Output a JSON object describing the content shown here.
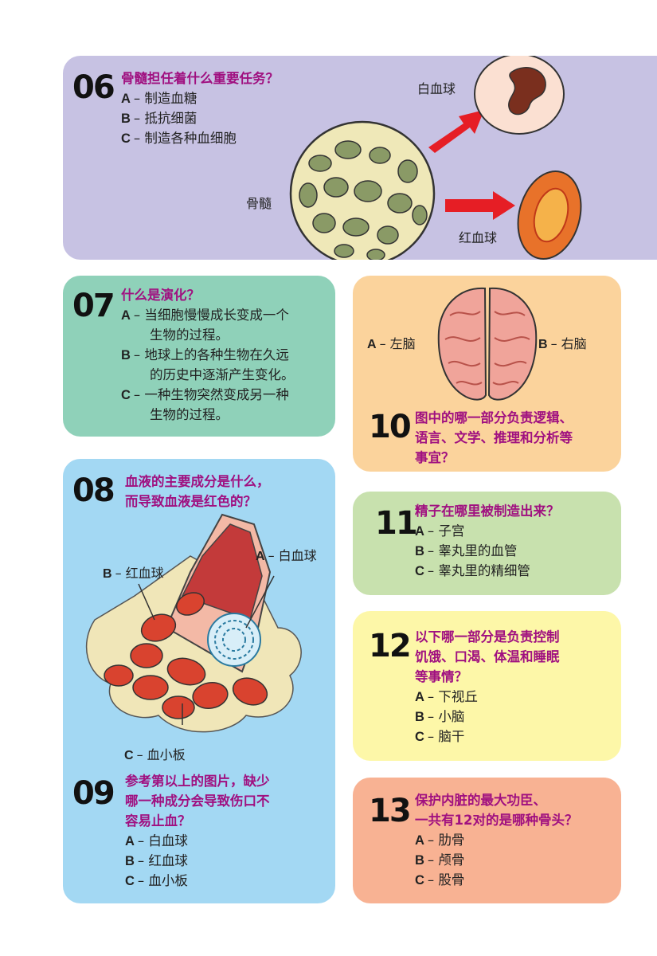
{
  "q06": {
    "number": "06",
    "question": "骨髓担任着什么重要任务？",
    "options": [
      {
        "letter": "A",
        "text": "– 制造血糖"
      },
      {
        "letter": "B",
        "text": "– 抵抗细菌"
      },
      {
        "letter": "C",
        "text": "– 制造各种血细胞"
      }
    ],
    "labels": {
      "bone_marrow": "骨髓",
      "white_cell": "白血球",
      "red_cell": "红血球"
    }
  },
  "q07": {
    "number": "07",
    "question": "什么是演化？",
    "options": [
      {
        "letter": "A",
        "text": "– 当细胞慢慢成长变成一个",
        "cont": "生物的过程。"
      },
      {
        "letter": "B",
        "text": "– 地球上的各种生物在久远",
        "cont": "的历史中逐渐产生变化。"
      },
      {
        "letter": "C",
        "text": "– 一种生物突然变成另一种",
        "cont": "生物的过程。"
      }
    ]
  },
  "q08": {
    "number": "08",
    "question_line1": "血液的主要成分是什么，",
    "question_line2": "而导致血液是红色的？",
    "labels": [
      {
        "letter": "A",
        "text": "– 白血球"
      },
      {
        "letter": "B",
        "text": "– 红血球"
      },
      {
        "letter": "C",
        "text": "– 血小板"
      }
    ]
  },
  "q09": {
    "number": "09",
    "question_line1": "参考第以上的图片，缺少",
    "question_line2": "哪一种成分会导致伤口不",
    "question_line3": "容易止血？",
    "options": [
      {
        "letter": "A",
        "text": "– 白血球"
      },
      {
        "letter": "B",
        "text": "– 红血球"
      },
      {
        "letter": "C",
        "text": "– 血小板"
      }
    ]
  },
  "q10": {
    "number": "10",
    "labels": [
      {
        "letter": "A",
        "text": "– 左脑"
      },
      {
        "letter": "B",
        "text": "– 右脑"
      }
    ],
    "question_line1": "图中的哪一部分负责逻辑、",
    "question_line2": "语言、文学、推理和分析等",
    "question_line3": "事宜？"
  },
  "q11": {
    "number": "11",
    "question": "精子在哪里被制造出来？",
    "options": [
      {
        "letter": "A",
        "text": "– 子宫"
      },
      {
        "letter": "B",
        "text": "– 睾丸里的血管"
      },
      {
        "letter": "C",
        "text": "– 睾丸里的精细管"
      }
    ]
  },
  "q12": {
    "number": "12",
    "question_line1": "以下哪一部分是负责控制",
    "question_line2": "饥饿、口渴、体温和睡眠",
    "question_line3": "等事情？",
    "options": [
      {
        "letter": "A",
        "text": "– 下视丘"
      },
      {
        "letter": "B",
        "text": "– 小脑"
      },
      {
        "letter": "C",
        "text": "– 脑干"
      }
    ]
  },
  "q13": {
    "number": "13",
    "question_line1": "保护内脏的最大功臣、",
    "question_line2": "一共有12对的是哪种骨头？",
    "options": [
      {
        "letter": "A",
        "text": "– 肋骨"
      },
      {
        "letter": "B",
        "text": "– 颅骨"
      },
      {
        "letter": "C",
        "text": "– 股骨"
      }
    ]
  },
  "colors": {
    "card06": "#c7c2e3",
    "card07": "#8fd1b9",
    "card08": "#a3d8f3",
    "card10": "#fbd39c",
    "card11": "#c8e1ae",
    "card12": "#fdf7a8",
    "card13": "#f8b293",
    "question": "#a01080"
  }
}
